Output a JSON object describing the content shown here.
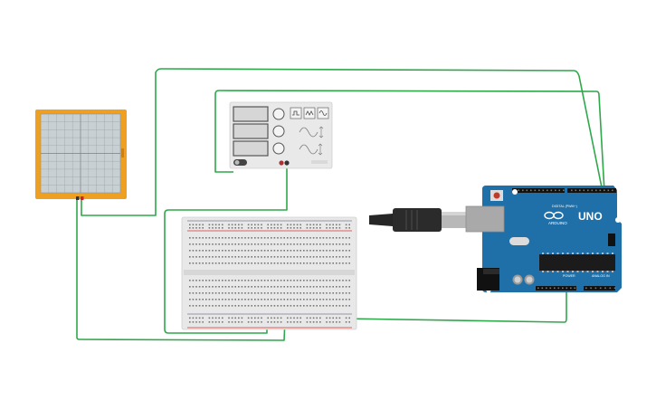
{
  "workspace": {
    "components": {
      "oscilloscope": {
        "name": "oscilloscope"
      },
      "function_generator": {
        "name": "function-generator",
        "waveforms": [
          "square",
          "triangle",
          "sine"
        ]
      },
      "breadboard": {
        "name": "breadboard"
      },
      "arduino": {
        "brand": "ARDUINO",
        "model": "UNO",
        "digital_label": "DIGITAL (PWM~)",
        "power_label": "POWER",
        "analog_label": "ANALOG IN"
      },
      "usb_cable": {
        "name": "usb-cable"
      }
    },
    "colors": {
      "wire": "#2ea84a",
      "oscilloscope_frame": "#f0a020",
      "arduino_board": "#1f6fa8",
      "rail_red": "#d33",
      "rail_blue": "#446"
    }
  }
}
